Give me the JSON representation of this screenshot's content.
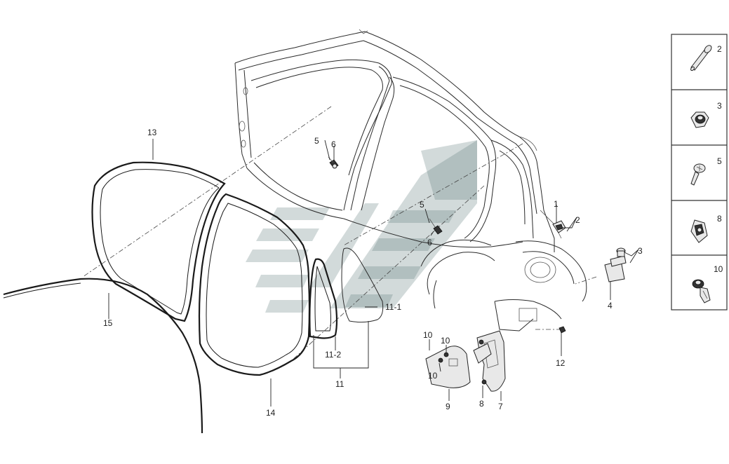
{
  "diagram": {
    "callouts": {
      "c1": "1",
      "c2": "2",
      "c3": "3",
      "c4": "4",
      "c5a": "5",
      "c5b": "5",
      "c6a": "6",
      "c6b": "6",
      "c7": "7",
      "c8": "8",
      "c9": "9",
      "c10a": "10",
      "c10b": "10",
      "c10c": "10",
      "c11": "11",
      "c11_1": "11-1",
      "c11_2": "11-2",
      "c12": "12",
      "c13": "13",
      "c14": "14",
      "c15": "15"
    },
    "legend": [
      {
        "number": "2",
        "icon": "bolt-icon"
      },
      {
        "number": "3",
        "icon": "nut-icon"
      },
      {
        "number": "5",
        "icon": "screw-icon"
      },
      {
        "number": "8",
        "icon": "clip-nut-icon"
      },
      {
        "number": "10",
        "icon": "push-rivet-icon"
      }
    ],
    "watermark_color": "#5f7b7b"
  }
}
